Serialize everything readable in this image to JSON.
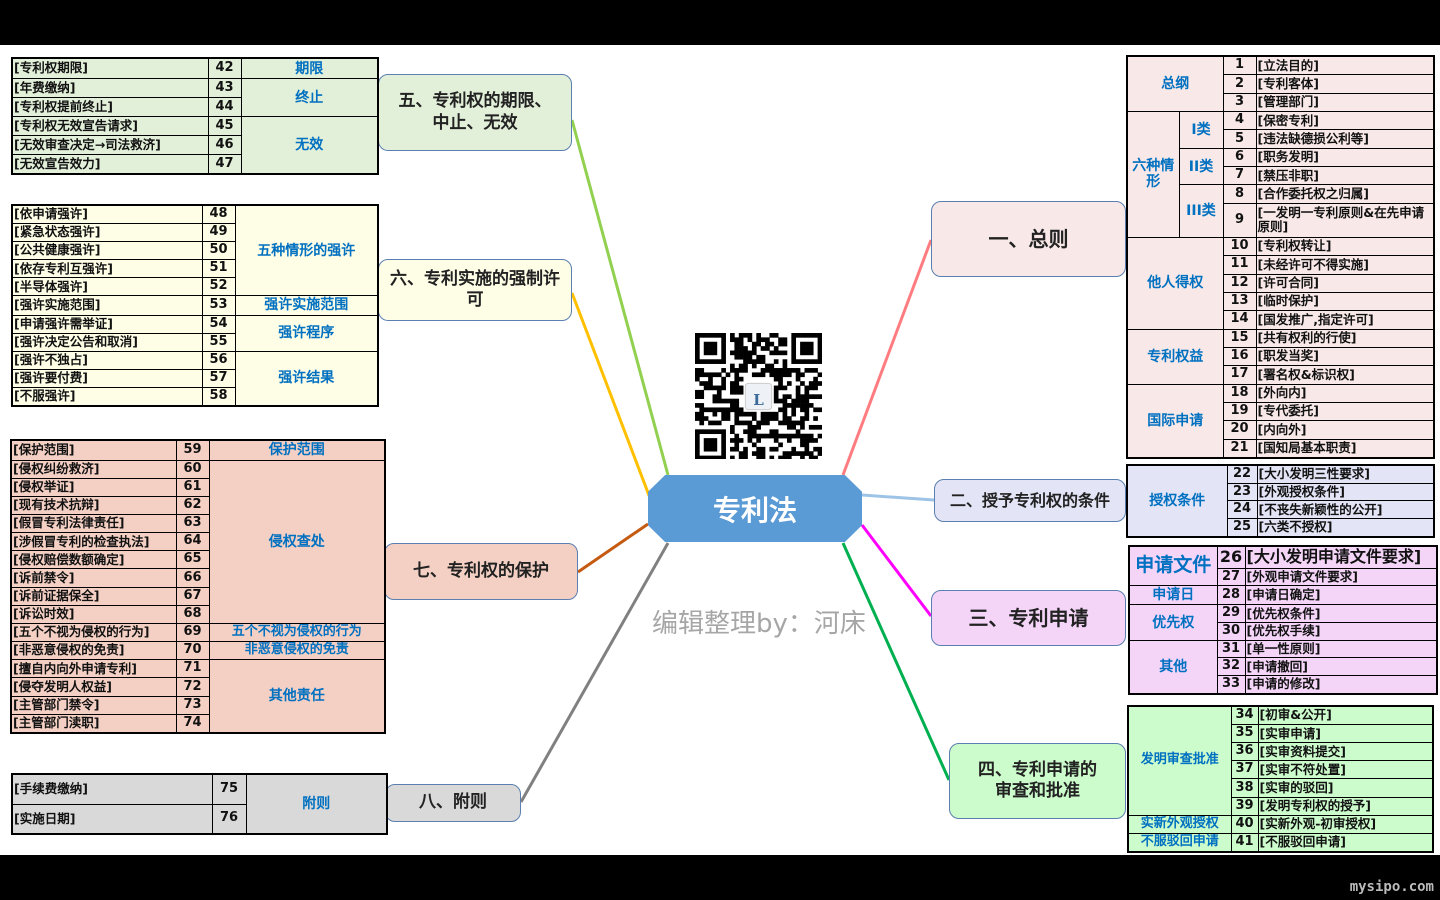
{
  "center": {
    "title": "专利法"
  },
  "watermark": "编辑整理by：河床",
  "site": "mysipo.com",
  "qr_logo": "L",
  "colors": {
    "center": "#5b9bd5",
    "group_text": "#0070c0"
  },
  "branches": {
    "b1": "一、总则",
    "b2": "二、授予专利权的条件",
    "b3": "三、专利申请",
    "b4": "四、专利申请的审查和批准",
    "b5": "五、专利权的期限、中止、无效",
    "b6": "六、专利实施的强制许可",
    "b7": "七、专利权的保护",
    "b8": "八、附则"
  },
  "tables": {
    "t1": {
      "rows": [
        {
          "num": "1",
          "text": "[立法目的]"
        },
        {
          "num": "2",
          "text": "[专利客体]"
        },
        {
          "num": "3",
          "text": "[管理部门]"
        },
        {
          "num": "4",
          "text": "[保密专利]"
        },
        {
          "num": "5",
          "text": "[违法缺德损公利等]"
        },
        {
          "num": "6",
          "text": "[职务发明]"
        },
        {
          "num": "7",
          "text": "[禁压非职]"
        },
        {
          "num": "8",
          "text": "[合作委托权之归属]"
        },
        {
          "num": "9",
          "text": "[一发明一专利原则&在先申请原则]"
        },
        {
          "num": "10",
          "text": "[专利权转让]"
        },
        {
          "num": "11",
          "text": "[未经许可不得实施]"
        },
        {
          "num": "12",
          "text": "[许可合同]"
        },
        {
          "num": "13",
          "text": "[临时保护]"
        },
        {
          "num": "14",
          "text": "[国发推广,指定许可]"
        },
        {
          "num": "15",
          "text": "[共有权利的行使]"
        },
        {
          "num": "16",
          "text": "[职发当奖]"
        },
        {
          "num": "17",
          "text": "[署名权&标识权]"
        },
        {
          "num": "18",
          "text": "[外向内]"
        },
        {
          "num": "19",
          "text": "[专代委托]"
        },
        {
          "num": "20",
          "text": "[内向外]"
        },
        {
          "num": "21",
          "text": "[国知局基本职责]"
        }
      ],
      "groups": [
        {
          "label": "总纲",
          "span": 3
        },
        {
          "label": "六种情形",
          "span": 6,
          "sub": [
            {
              "label": "I类",
              "span": 2
            },
            {
              "label": "II类",
              "span": 2
            },
            {
              "label": "III类",
              "span": 2
            }
          ]
        },
        {
          "label": "他人得权",
          "span": 5
        },
        {
          "label": "专利权益",
          "span": 3
        },
        {
          "label": "国际申请",
          "span": 4
        }
      ]
    },
    "t2": {
      "rows": [
        {
          "num": "22",
          "text": "[大小发明三性要求]"
        },
        {
          "num": "23",
          "text": "[外观授权条件]"
        },
        {
          "num": "24",
          "text": "[不丧失新颖性的公开]"
        },
        {
          "num": "25",
          "text": "[六类不授权]"
        }
      ],
      "groups": [
        {
          "label": "授权条件",
          "span": 4
        }
      ]
    },
    "t3": {
      "rows": [
        {
          "num": "26",
          "text": "[大小发明申请文件要求]"
        },
        {
          "num": "27",
          "text": "[外观申请文件要求]"
        },
        {
          "num": "28",
          "text": "[申请日确定]"
        },
        {
          "num": "29",
          "text": "[优先权条件]"
        },
        {
          "num": "30",
          "text": "[优先权手续]"
        },
        {
          "num": "31",
          "text": "[单一性原则]"
        },
        {
          "num": "32",
          "text": "[申请撤回]"
        },
        {
          "num": "33",
          "text": "[申请的修改]"
        }
      ],
      "groups": [
        {
          "label": "申请文件",
          "span": 2
        },
        {
          "label": "申请日",
          "span": 1
        },
        {
          "label": "优先权",
          "span": 2
        },
        {
          "label": "其他",
          "span": 3
        }
      ]
    },
    "t4": {
      "rows": [
        {
          "num": "34",
          "text": "[初审&公开]"
        },
        {
          "num": "35",
          "text": "[实审申请]"
        },
        {
          "num": "36",
          "text": "[实审资料提交]"
        },
        {
          "num": "37",
          "text": "[实审不符处置]"
        },
        {
          "num": "38",
          "text": "[实审的驳回]"
        },
        {
          "num": "39",
          "text": "[发明专利权的授予]"
        },
        {
          "num": "40",
          "text": "[实新外观-初审授权]"
        },
        {
          "num": "41",
          "text": "[不服驳回申请]"
        }
      ],
      "groups": [
        {
          "label": "发明审查批准",
          "span": 6
        },
        {
          "label": "实新外观授权",
          "span": 1
        },
        {
          "label": "不服驳回申请",
          "span": 1
        }
      ]
    },
    "t5": {
      "rows": [
        {
          "num": "42",
          "text": "[专利权期限]"
        },
        {
          "num": "43",
          "text": "[年费缴纳]"
        },
        {
          "num": "44",
          "text": "[专利权提前终止]"
        },
        {
          "num": "45",
          "text": "[专利权无效宣告请求]"
        },
        {
          "num": "46",
          "text": "[无效审查决定→司法救济]"
        },
        {
          "num": "47",
          "text": "[无效宣告效力]"
        }
      ],
      "groups": [
        {
          "label": "期限",
          "span": 1
        },
        {
          "label": "终止",
          "span": 2
        },
        {
          "label": "无效",
          "span": 3
        }
      ]
    },
    "t6": {
      "rows": [
        {
          "num": "48",
          "text": "[依申请强许]"
        },
        {
          "num": "49",
          "text": "[紧急状态强许]"
        },
        {
          "num": "50",
          "text": "[公共健康强许]"
        },
        {
          "num": "51",
          "text": "[依存专利互强许]"
        },
        {
          "num": "52",
          "text": "[半导体强许]"
        },
        {
          "num": "53",
          "text": "[强许实施范围]"
        },
        {
          "num": "54",
          "text": "[申请强许需举证]"
        },
        {
          "num": "55",
          "text": "[强许决定公告和取消]"
        },
        {
          "num": "56",
          "text": "[强许不独占]"
        },
        {
          "num": "57",
          "text": "[强许要付费]"
        },
        {
          "num": "58",
          "text": "[不服强许]"
        }
      ],
      "groups": [
        {
          "label": "五种情形的强许",
          "span": 5
        },
        {
          "label": "强许实施范围",
          "span": 1
        },
        {
          "label": "强许程序",
          "span": 2
        },
        {
          "label": "强许结果",
          "span": 3
        }
      ]
    },
    "t7": {
      "rows": [
        {
          "num": "59",
          "text": "[保护范围]"
        },
        {
          "num": "60",
          "text": "[侵权纠纷救济]"
        },
        {
          "num": "61",
          "text": "[侵权举证]"
        },
        {
          "num": "62",
          "text": "[现有技术抗辩]"
        },
        {
          "num": "63",
          "text": "[假冒专利法律责任]"
        },
        {
          "num": "64",
          "text": "[涉假冒专利的检查执法]"
        },
        {
          "num": "65",
          "text": "[侵权赔偿数额确定]"
        },
        {
          "num": "66",
          "text": "[诉前禁令]"
        },
        {
          "num": "67",
          "text": "[诉前证据保全]"
        },
        {
          "num": "68",
          "text": "[诉讼时效]"
        },
        {
          "num": "69",
          "text": "[五个不视为侵权的行为]"
        },
        {
          "num": "70",
          "text": "[非恶意侵权的免责]"
        },
        {
          "num": "71",
          "text": "[擅自内向外申请专利]"
        },
        {
          "num": "72",
          "text": "[侵夺发明人权益]"
        },
        {
          "num": "73",
          "text": "[主管部门禁令]"
        },
        {
          "num": "74",
          "text": "[主管部门渎职]"
        }
      ],
      "groups": [
        {
          "label": "保护范围",
          "span": 1
        },
        {
          "label": "侵权查处",
          "span": 9
        },
        {
          "label": "五个不视为侵权的行为",
          "span": 1
        },
        {
          "label": "非恶意侵权的免责",
          "span": 1
        },
        {
          "label": "其他责任",
          "span": 4
        }
      ]
    },
    "t8": {
      "rows": [
        {
          "num": "75",
          "text": "[手续费缴纳]"
        },
        {
          "num": "76",
          "text": "[实施日期]"
        }
      ],
      "groups": [
        {
          "label": "附则",
          "span": 2
        }
      ]
    }
  }
}
